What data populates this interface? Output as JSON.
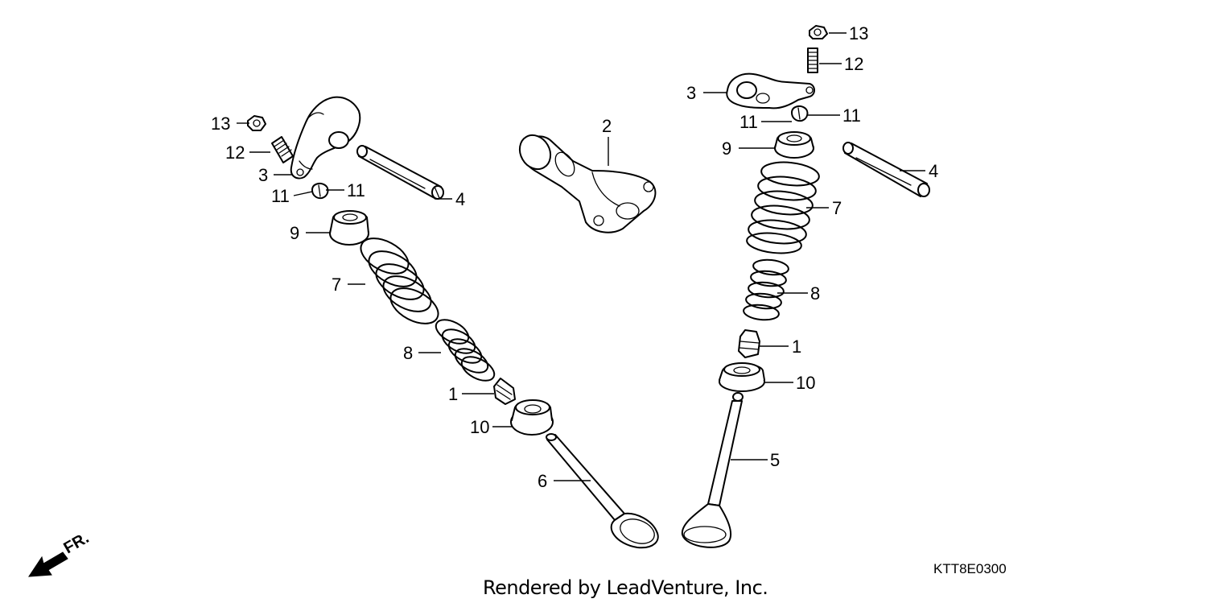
{
  "diagram": {
    "code": "KTT8E0300",
    "credit": "Rendered by LeadVenture, Inc.",
    "direction_label": "FR."
  },
  "callouts": {
    "l13": "13",
    "l12": "12",
    "l3": "3",
    "l11a": "11",
    "l11b": "11",
    "l4": "4",
    "l9": "9",
    "l7": "7",
    "l8": "8",
    "l1": "1",
    "l10": "10",
    "l6": "6",
    "c2": "2",
    "r13": "13",
    "r12": "12",
    "r3": "3",
    "r11a": "11",
    "r11b": "11",
    "r9": "9",
    "r4": "4",
    "r7": "7",
    "r8": "8",
    "r1": "1",
    "r10": "10",
    "r5": "5"
  }
}
